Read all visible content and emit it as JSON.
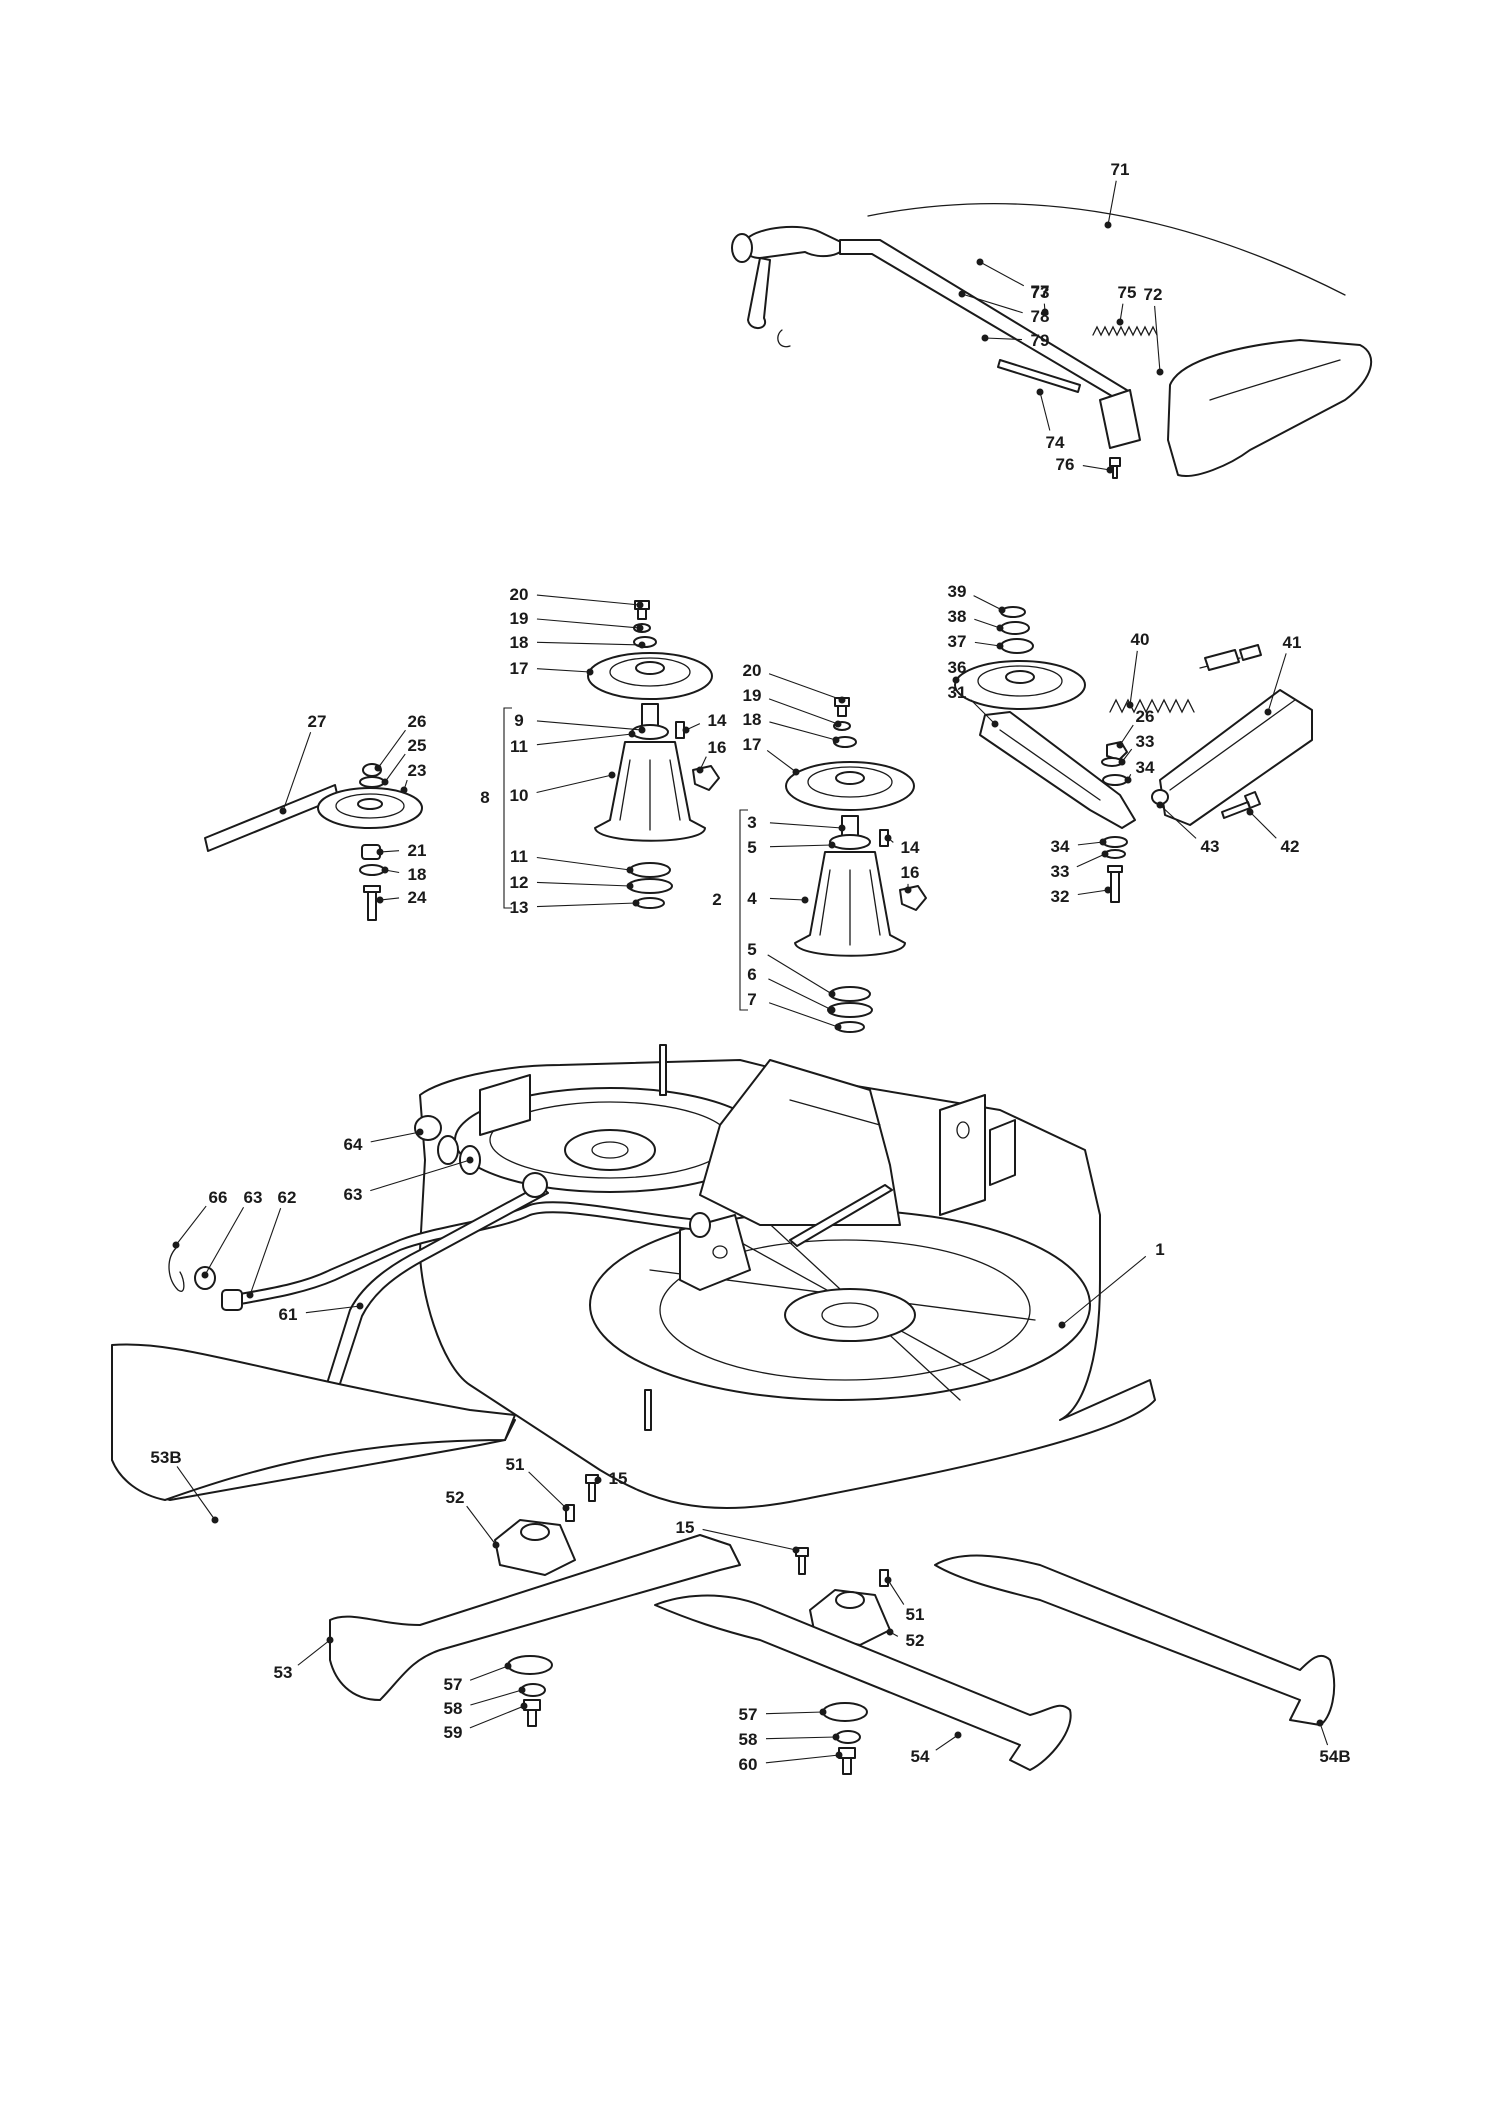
{
  "colors": {
    "line": "#1a1a1a",
    "background": "#ffffff"
  },
  "labels": [
    {
      "id": "71",
      "t": "71"
    },
    {
      "id": "72",
      "t": "72"
    },
    {
      "id": "73",
      "t": "73"
    },
    {
      "id": "74",
      "t": "74"
    },
    {
      "id": "75",
      "t": "75"
    },
    {
      "id": "76",
      "t": "76"
    },
    {
      "id": "77",
      "t": "77"
    },
    {
      "id": "78",
      "t": "78"
    },
    {
      "id": "79",
      "t": "79"
    },
    {
      "id": "20a",
      "t": "20"
    },
    {
      "id": "19a",
      "t": "19"
    },
    {
      "id": "18a",
      "t": "18"
    },
    {
      "id": "17a",
      "t": "17"
    },
    {
      "id": "9",
      "t": "9"
    },
    {
      "id": "11a",
      "t": "11"
    },
    {
      "id": "10",
      "t": "10"
    },
    {
      "id": "8",
      "t": "8"
    },
    {
      "id": "11b",
      "t": "11"
    },
    {
      "id": "12",
      "t": "12"
    },
    {
      "id": "13",
      "t": "13"
    },
    {
      "id": "14a",
      "t": "14"
    },
    {
      "id": "16a",
      "t": "16"
    },
    {
      "id": "27",
      "t": "27"
    },
    {
      "id": "26a",
      "t": "26"
    },
    {
      "id": "25",
      "t": "25"
    },
    {
      "id": "23",
      "t": "23"
    },
    {
      "id": "21",
      "t": "21"
    },
    {
      "id": "18c",
      "t": "18"
    },
    {
      "id": "24",
      "t": "24"
    },
    {
      "id": "20b",
      "t": "20"
    },
    {
      "id": "19b",
      "t": "19"
    },
    {
      "id": "18b",
      "t": "18"
    },
    {
      "id": "17b",
      "t": "17"
    },
    {
      "id": "3",
      "t": "3"
    },
    {
      "id": "5a",
      "t": "5"
    },
    {
      "id": "2",
      "t": "2"
    },
    {
      "id": "4",
      "t": "4"
    },
    {
      "id": "5b",
      "t": "5"
    },
    {
      "id": "6",
      "t": "6"
    },
    {
      "id": "7",
      "t": "7"
    },
    {
      "id": "14b",
      "t": "14"
    },
    {
      "id": "16b",
      "t": "16"
    },
    {
      "id": "39",
      "t": "39"
    },
    {
      "id": "38",
      "t": "38"
    },
    {
      "id": "37",
      "t": "37"
    },
    {
      "id": "36",
      "t": "36"
    },
    {
      "id": "31",
      "t": "31"
    },
    {
      "id": "40",
      "t": "40"
    },
    {
      "id": "41",
      "t": "41"
    },
    {
      "id": "26b",
      "t": "26"
    },
    {
      "id": "33a",
      "t": "33"
    },
    {
      "id": "34a",
      "t": "34"
    },
    {
      "id": "43",
      "t": "43"
    },
    {
      "id": "42",
      "t": "42"
    },
    {
      "id": "34b",
      "t": "34"
    },
    {
      "id": "33b",
      "t": "33"
    },
    {
      "id": "32",
      "t": "32"
    },
    {
      "id": "64",
      "t": "64"
    },
    {
      "id": "66",
      "t": "66"
    },
    {
      "id": "63a",
      "t": "63"
    },
    {
      "id": "62",
      "t": "62"
    },
    {
      "id": "63b",
      "t": "63"
    },
    {
      "id": "61",
      "t": "61"
    },
    {
      "id": "1",
      "t": "1"
    },
    {
      "id": "53B",
      "t": "53B"
    },
    {
      "id": "51a",
      "t": "51"
    },
    {
      "id": "15a",
      "t": "15"
    },
    {
      "id": "52a",
      "t": "52"
    },
    {
      "id": "15b",
      "t": "15"
    },
    {
      "id": "53",
      "t": "53"
    },
    {
      "id": "57a",
      "t": "57"
    },
    {
      "id": "58a",
      "t": "58"
    },
    {
      "id": "59",
      "t": "59"
    },
    {
      "id": "51b",
      "t": "51"
    },
    {
      "id": "52b",
      "t": "52"
    },
    {
      "id": "57b",
      "t": "57"
    },
    {
      "id": "58b",
      "t": "58"
    },
    {
      "id": "60",
      "t": "60"
    },
    {
      "id": "54",
      "t": "54"
    },
    {
      "id": "54B",
      "t": "54B"
    }
  ]
}
